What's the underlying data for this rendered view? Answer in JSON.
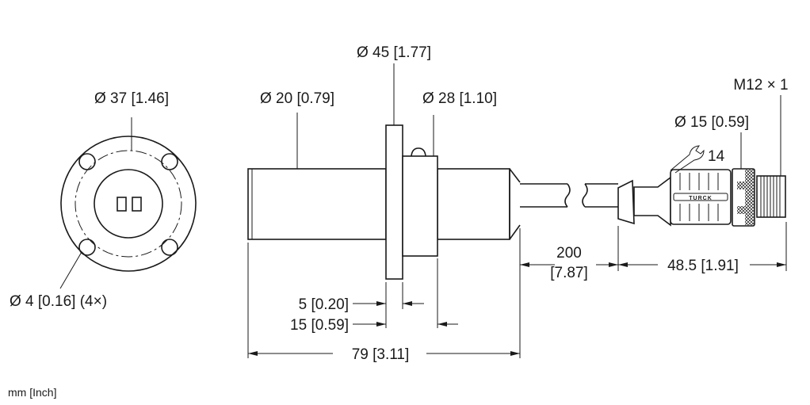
{
  "units_note": "mm [Inch]",
  "front_view": {
    "bolt_circle_dim": "Ø 37 [1.46]",
    "hole_dim": "Ø 4 [0.16] (4×)"
  },
  "side_view": {
    "flange_dim": "Ø 45 [1.77]",
    "body_dim": "Ø 20 [0.79]",
    "collar_dim": "Ø 28 [1.10]",
    "flange_thickness_dim": "5 [0.20]",
    "collar_length_dim": "15 [0.59]",
    "overall_length_dim": "79 [3.11]"
  },
  "cable": {
    "length_mm": "200",
    "length_in": "[7.87]"
  },
  "connector": {
    "thread_dim": "M12 × 1",
    "nut_dim": "Ø 15 [0.59]",
    "wrench_size": "14",
    "length_dim": "48.5 [1.91]",
    "brand_mark": "TURCK"
  },
  "colors": {
    "line": "#1a1a1a",
    "background": "#ffffff"
  }
}
